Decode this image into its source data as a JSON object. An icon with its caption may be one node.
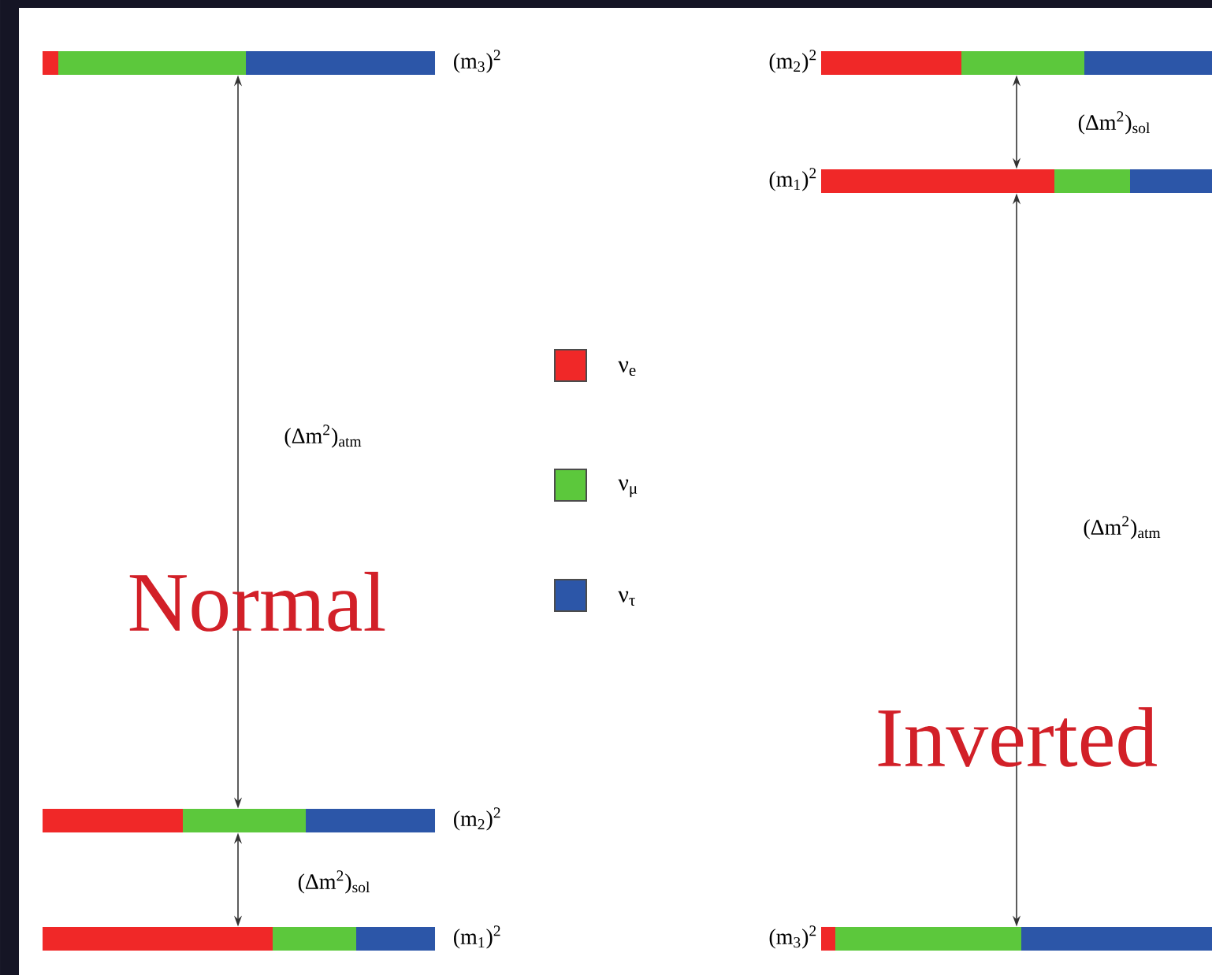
{
  "diagram": {
    "nodes": [
      {
        "text": [],
        "shape": "bar",
        "beside": [
          "(m$_{3}$)$^{2}$"
        ]
      },
      {
        "text": [],
        "shape": "bar",
        "beside": [
          "(m$_{2}$)$^{2}$"
        ]
      },
      {
        "text": [],
        "shape": "bar",
        "beside": [
          "(m$_{1}$)$^{2}$"
        ]
      },
      {
        "text": [],
        "shape": "bar",
        "beside": [
          "(m$_{2}$)$^{2}$"
        ]
      },
      {
        "text": [],
        "shape": "bar",
        "beside": [
          "(m$_{1}$)$^{2}$"
        ]
      },
      {
        "text": [],
        "shape": "bar",
        "beside": [
          "(m$_{3}$)$^{2}$"
        ]
      }
    ],
    "edges": [
      {
        "from": 0,
        "to": 3,
        "arrow": "both",
        "label": "(Δm$^{2}$)$_{atm}$"
      },
      {
        "from": 3,
        "to": 4,
        "arrow": "both",
        "label": "(Δm$^{2}$)$_{sol}$"
      },
      {
        "from": 1,
        "to": 2,
        "arrow": "both",
        "label": "(Δm$^{2}$)$_{sol}$"
      },
      {
        "from": 2,
        "to": 5,
        "arrow": "both",
        "label": "(Δm$^{2}$)$_{atm}$"
      }
    ],
    "labels": [
      "Normal",
      "Inverted"
    ],
    "legend": [
      {
        "text": "ν$_{e}$",
        "color": "#f02828"
      },
      {
        "text": "ν$_{μ}$",
        "color": "#5cc83c"
      },
      {
        "text": "ν$_{τ}$",
        "color": "#2c56a8"
      }
    ]
  }
}
